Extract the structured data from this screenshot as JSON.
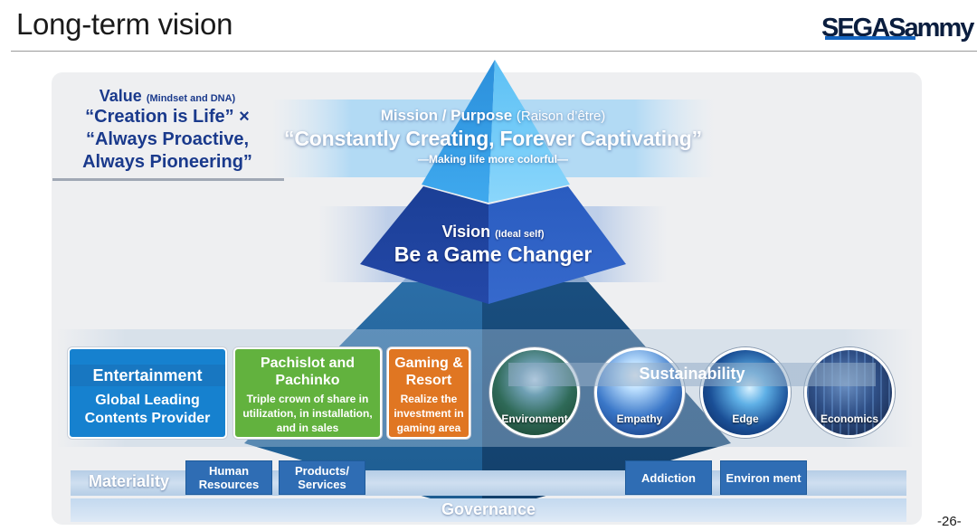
{
  "header": {
    "title": "Long-term vision",
    "logo_text": "SEGASammy"
  },
  "value": {
    "title": "Value",
    "title_sub": "(Mindset and DNA)",
    "lines": [
      "“Creation is Life” ×",
      "“Always Proactive,",
      "Always Pioneering”"
    ]
  },
  "mission": {
    "title": "Mission / Purpose",
    "title_sub": "(Raison d’être)",
    "text": "“Constantly Creating, Forever Captivating”",
    "subtext": "—Making life more colorful—"
  },
  "vision": {
    "title": "Vision",
    "title_sub": "(Ideal self)",
    "text": "Be a Game Changer"
  },
  "businesses": [
    {
      "title": "Entertainment",
      "desc": "Global Leading Contents Provider",
      "color": "#1681cf"
    },
    {
      "title": "Pachislot and Pachinko",
      "desc": "Triple crown of share in utilization, in installation, and in sales",
      "color": "#62b23e"
    },
    {
      "title": "Gaming & Resort",
      "desc": "Realize the investment in gaming area",
      "color": "#e07622"
    }
  ],
  "sustainability": {
    "title": "Sustainability",
    "items": [
      "Environment",
      "Empathy",
      "Edge",
      "Economics"
    ]
  },
  "materiality": {
    "label": "Materiality",
    "items": [
      "Human Resources",
      "Products/ Services",
      "Addiction",
      "Environ ment"
    ]
  },
  "governance": {
    "label": "Governance"
  },
  "page_number": "-26-",
  "colors": {
    "pyramid_top": "#3aa6ea",
    "pyramid_middle": "#1f4fa8",
    "pyramid_base": "#1a5a8f",
    "value_text": "#1a3a8c",
    "materiality_box": "#2f6db4"
  }
}
